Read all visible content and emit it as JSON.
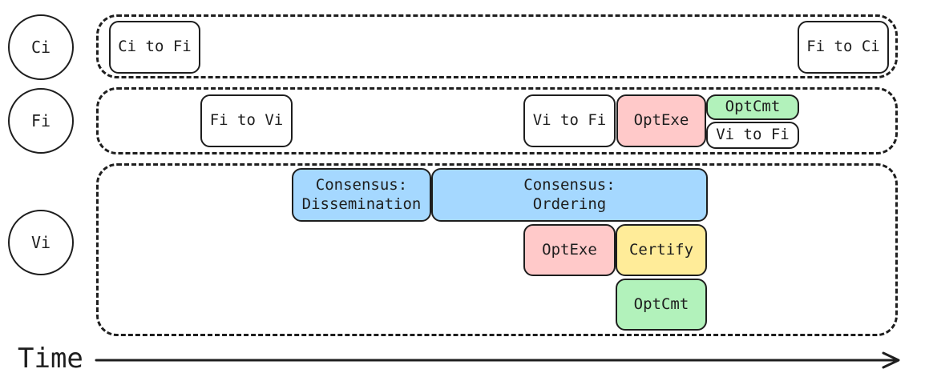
{
  "actors": {
    "ci": "Ci",
    "fi": "Fi",
    "vi": "Vi"
  },
  "ci_lane": {
    "ci_to_fi": "Ci to Fi",
    "fi_to_ci": "Fi to Ci"
  },
  "fi_lane": {
    "fi_to_vi": "Fi to Vi",
    "vi_to_fi": "Vi to Fi",
    "opt_exe": "OptExe",
    "opt_cmt": "OptCmt",
    "vi_to_fi_2": "Vi to Fi"
  },
  "vi_lane": {
    "consensus_dissemination": "Consensus:\nDissemination",
    "consensus_ordering": "Consensus:\nOrdering",
    "opt_exe": "OptExe",
    "certify": "Certify",
    "opt_cmt": "OptCmt"
  },
  "time_axis": {
    "label": "Time"
  },
  "colors": {
    "consensus": "#a5d8ff",
    "opt_exe": "#ffc9c9",
    "certify": "#ffec99",
    "opt_cmt": "#b2f2bb",
    "stroke": "#1e1e1e"
  }
}
